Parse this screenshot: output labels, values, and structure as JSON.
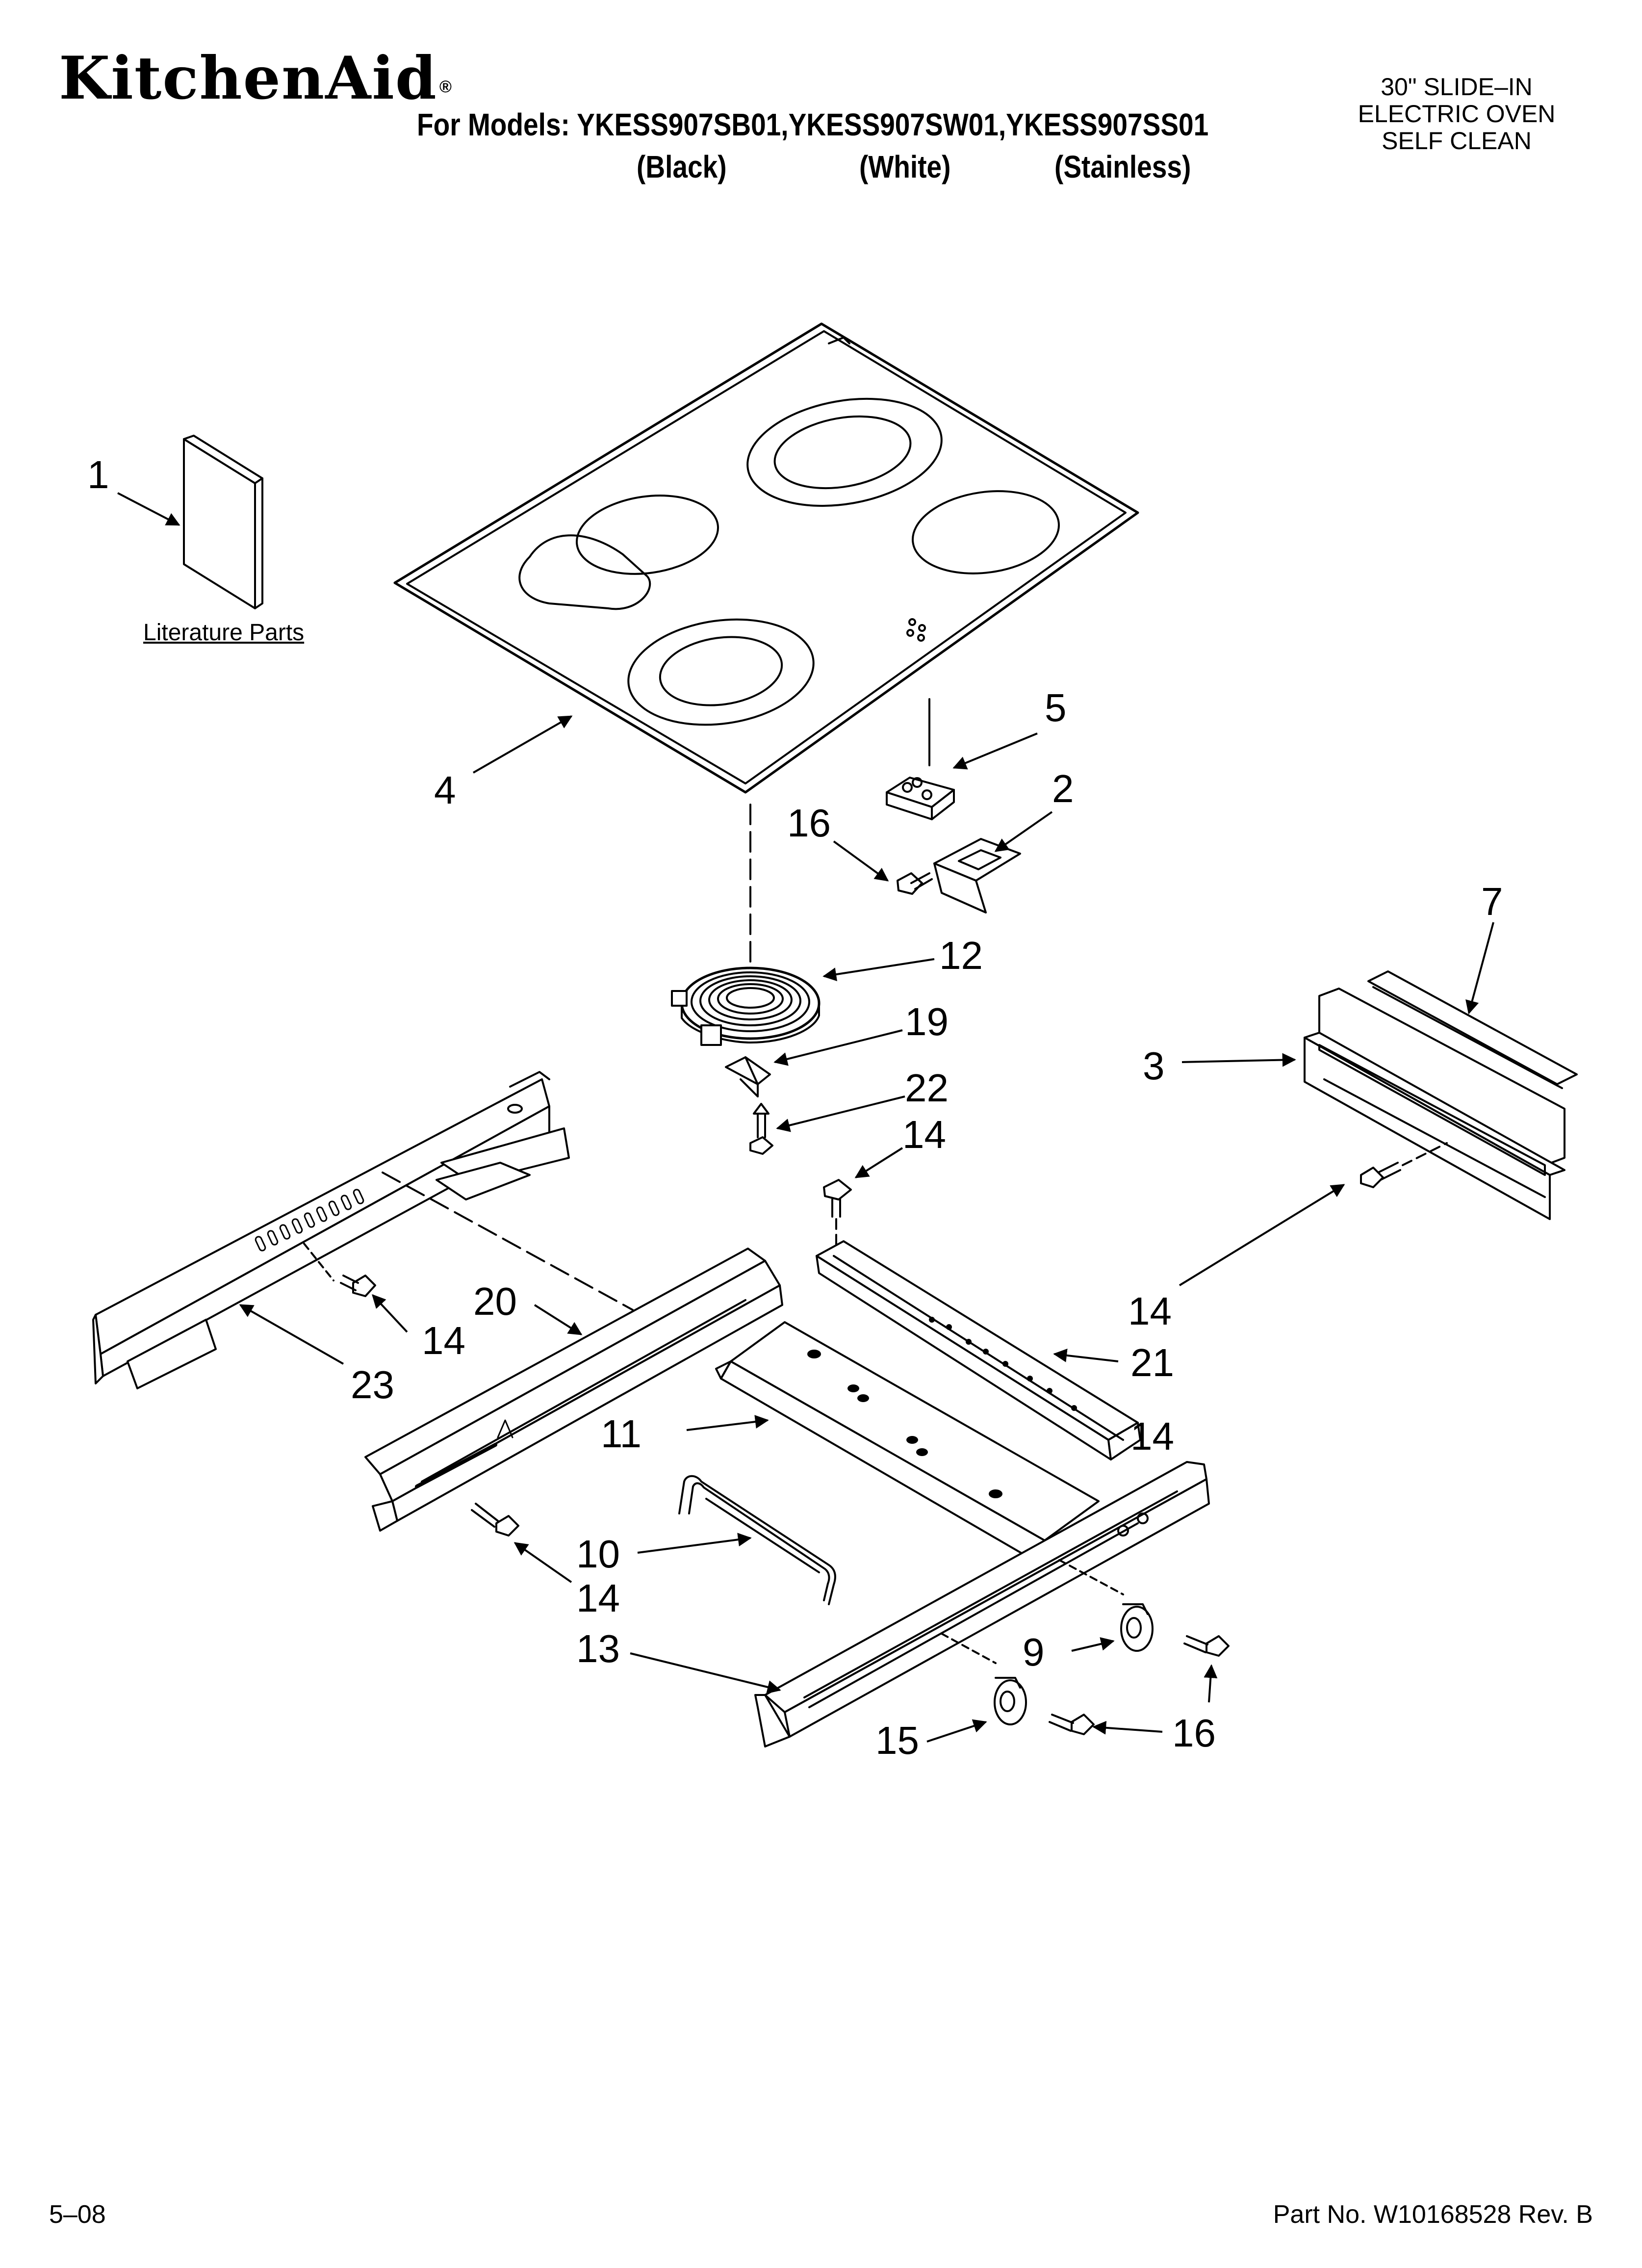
{
  "header": {
    "brand": "KitchenAid",
    "brand_mark": "®",
    "models_line": "For Models: YKESS907SB01,YKESS907SW01,YKESS907SS01",
    "variants": [
      "(Black)",
      "(White)",
      "(Stainless)"
    ],
    "product_lines": [
      "30\" SLIDE–IN",
      "ELECTRIC OVEN",
      "SELF CLEAN"
    ]
  },
  "diagram": {
    "literature_label": "Literature Parts",
    "callouts": [
      "1",
      "2",
      "3",
      "4",
      "5",
      "7",
      "9",
      "10",
      "11",
      "12",
      "13",
      "14",
      "14",
      "14",
      "14",
      "14",
      "15",
      "16",
      "16",
      "19",
      "20",
      "21",
      "22",
      "23"
    ]
  },
  "footer": {
    "date": "5–08",
    "part_number": "Part No. W10168528 Rev. B"
  }
}
